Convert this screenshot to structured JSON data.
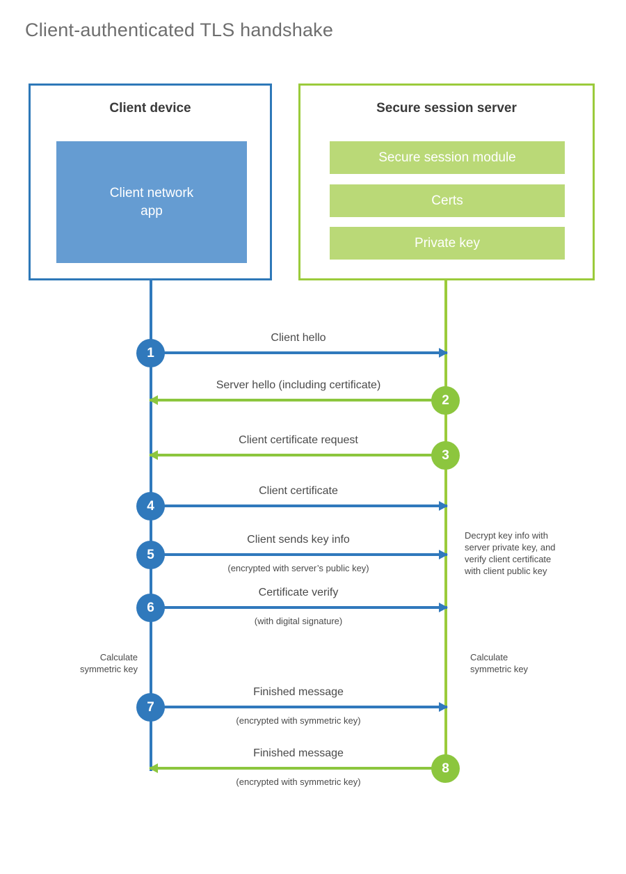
{
  "title": "Client-authenticated TLS handshake",
  "colors": {
    "client_blue": "#3079BC",
    "client_blue_fill": "#659CD2",
    "server_green": "#9BCB3B",
    "server_green_arrow": "#8CC63E",
    "server_green_fill": "#BAD977",
    "text": "#4a4a4a",
    "title_text": "#6e6e6e",
    "background": "#ffffff"
  },
  "participants": {
    "client": {
      "title": "Client device",
      "blocks": [
        "Client network\napp"
      ]
    },
    "server": {
      "title": "Secure session server",
      "blocks": [
        "Secure session module",
        "Certs",
        "Private key"
      ]
    }
  },
  "messages": [
    {
      "step": "1",
      "label": "Client hello",
      "sublabel": "",
      "direction": "right",
      "color": "blue",
      "origin": "client"
    },
    {
      "step": "2",
      "label": "Server hello (including certificate)",
      "sublabel": "",
      "direction": "left",
      "color": "green",
      "origin": "server"
    },
    {
      "step": "3",
      "label": "Client certificate request",
      "sublabel": "",
      "direction": "left",
      "color": "green",
      "origin": "server"
    },
    {
      "step": "4",
      "label": "Client certificate",
      "sublabel": "",
      "direction": "right",
      "color": "blue",
      "origin": "client"
    },
    {
      "step": "5",
      "label": "Client sends key info",
      "sublabel": "(encrypted with server’s public key)",
      "direction": "right",
      "color": "blue",
      "origin": "client"
    },
    {
      "step": "6",
      "label": "Certificate verify",
      "sublabel": "(with digital signature)",
      "direction": "right",
      "color": "blue",
      "origin": "client"
    },
    {
      "step": "7",
      "label": "Finished message",
      "sublabel": "(encrypted with symmetric key)",
      "direction": "right",
      "color": "blue",
      "origin": "client"
    },
    {
      "step": "8",
      "label": "Finished message",
      "sublabel": "(encrypted with symmetric key)",
      "direction": "left",
      "color": "green",
      "origin": "server"
    }
  ],
  "notes": {
    "server_decrypt": "Decrypt key info with\nserver private key, and\nverify client certificate\nwith client public key",
    "client_calculate": "Calculate\nsymmetric key",
    "server_calculate": "Calculate\nsymmetric key"
  }
}
